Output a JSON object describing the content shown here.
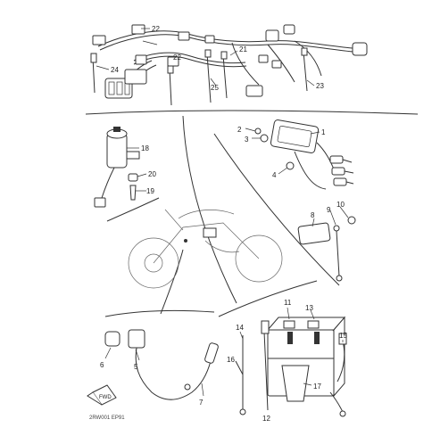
{
  "callouts": {
    "c1": "1",
    "c2": "2",
    "c3": "3",
    "c4": "4",
    "c5": "5",
    "c6": "6",
    "c7": "7",
    "c8": "8",
    "c9": "9",
    "c10": "10",
    "c11": "11",
    "c12": "12",
    "c13": "13",
    "c14": "14",
    "c15": "15",
    "c16": "16",
    "c17": "17",
    "c18": "18",
    "c19": "19",
    "c20": "20",
    "c21": "21",
    "c22": "22",
    "c23": "23",
    "c24": "24",
    "c25": "25"
  },
  "footer": {
    "code": "2RW001 EP91",
    "fwd_label": "FWD"
  }
}
